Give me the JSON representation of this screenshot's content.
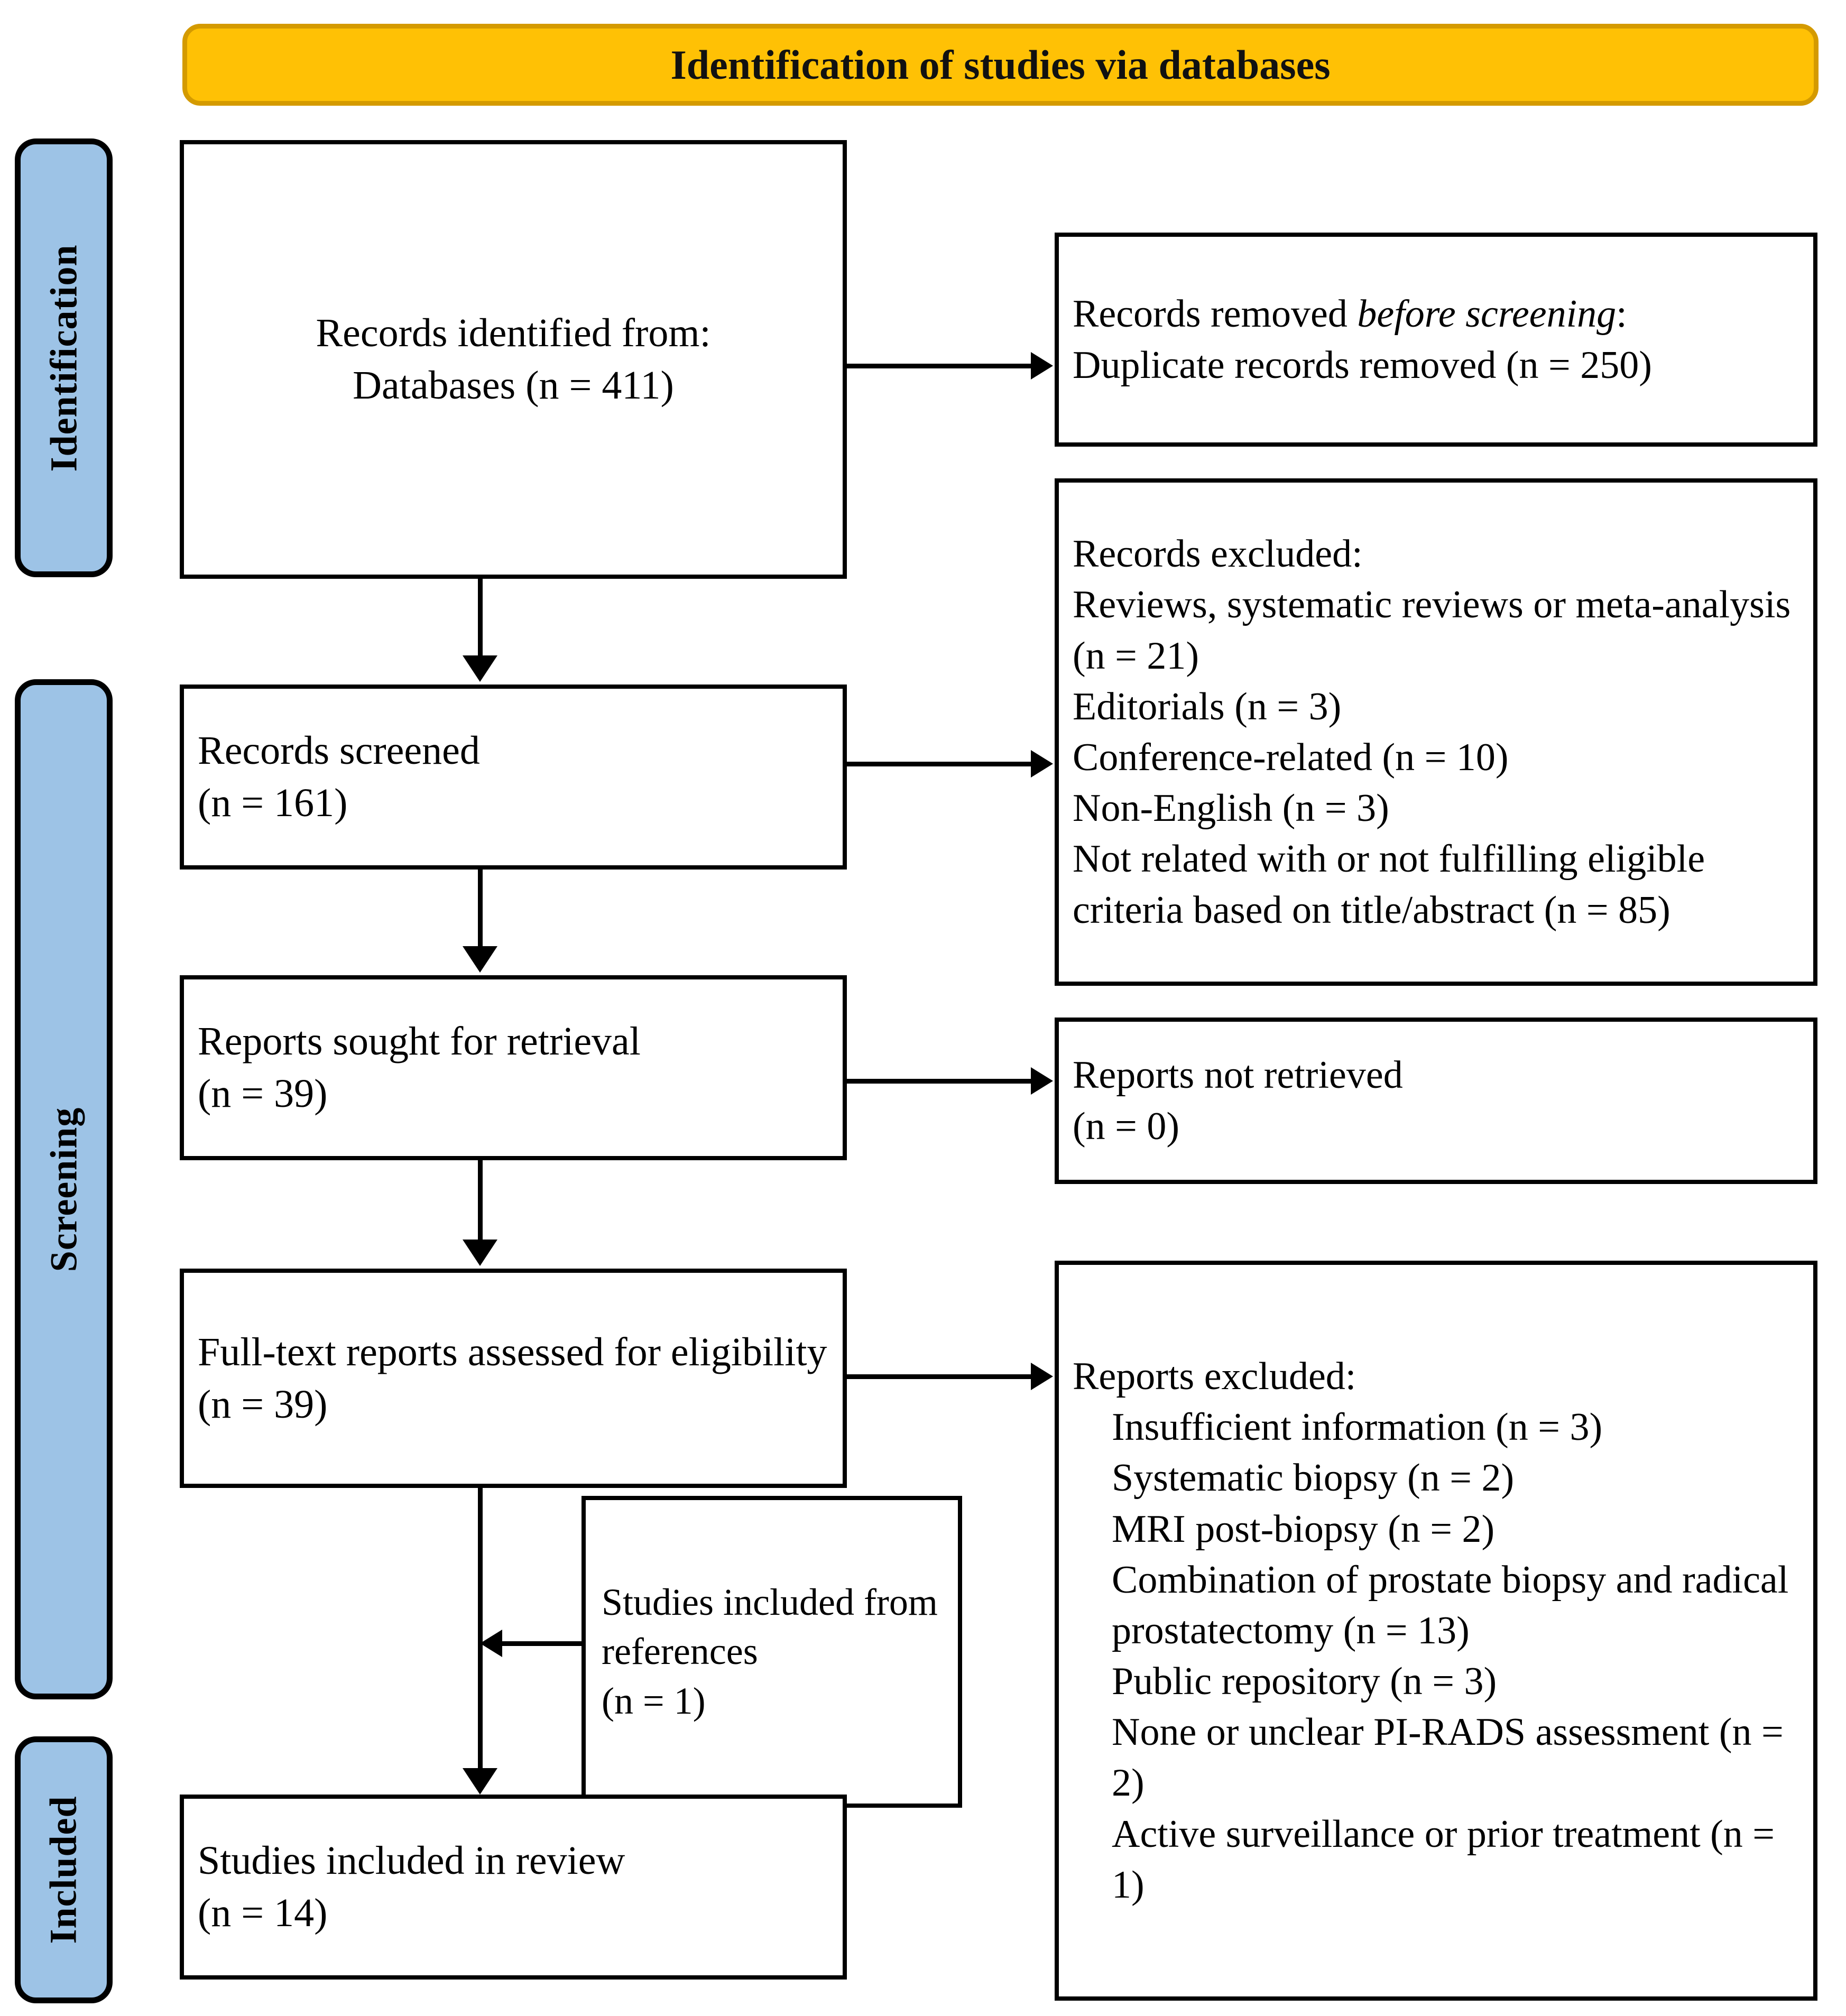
{
  "diagram": {
    "title": "Identification of studies via databases",
    "type": "PRISMA flow diagram"
  },
  "phases": [
    {
      "label": "Identification"
    },
    {
      "label": "Screening"
    },
    {
      "label": "Included"
    }
  ],
  "boxes": {
    "records_identified": {
      "line1": "Records identified from:",
      "line2": "Databases (n = 411)"
    },
    "records_removed": {
      "line1_a": "Records removed ",
      "line1_b": "before screening",
      "line1_c": ":",
      "line2": "Duplicate records removed (n = 250)"
    },
    "records_screened": {
      "line1": "Records screened",
      "line2": "(n = 161)"
    },
    "records_excluded": {
      "heading": "Records excluded:",
      "items": [
        "Reviews, systematic reviews or meta-analysis (n = 21)",
        "Editorials (n = 3)",
        "Conference-related (n = 10)",
        "Non-English (n = 3)",
        "Not related with or not fulfilling eligible criteria based on title/abstract (n = 85)"
      ]
    },
    "reports_sought": {
      "line1": "Reports sought for retrieval",
      "line2": "(n = 39)"
    },
    "reports_not_retrieved": {
      "line1": "Reports not retrieved",
      "line2": "(n = 0)"
    },
    "fulltext_assessed": {
      "line1": "Full-text reports assessed for eligibility",
      "line2": "(n = 39)"
    },
    "reports_excluded": {
      "heading": "Reports excluded:",
      "items": [
        "Insufficient information (n = 3)",
        "Systematic biopsy (n = 2)",
        "MRI post-biopsy (n = 2)",
        "Combination of prostate biopsy and radical prostatectomy (n = 13)",
        "Public repository (n = 3)",
        "None or unclear PI-RADS assessment (n = 2)",
        "Active surveillance or prior treatment (n = 1)"
      ]
    },
    "studies_from_references": {
      "line1": "Studies included from references",
      "line2": "(n = 1)"
    },
    "studies_included": {
      "line1": "Studies included in review",
      "line2": "(n = 14)"
    }
  },
  "colors": {
    "banner_fill": "#FFC105",
    "banner_border": "#D49A00",
    "phase_fill": "#9DC3E6",
    "box_border": "#000000",
    "box_fill": "#FFFFFF"
  }
}
